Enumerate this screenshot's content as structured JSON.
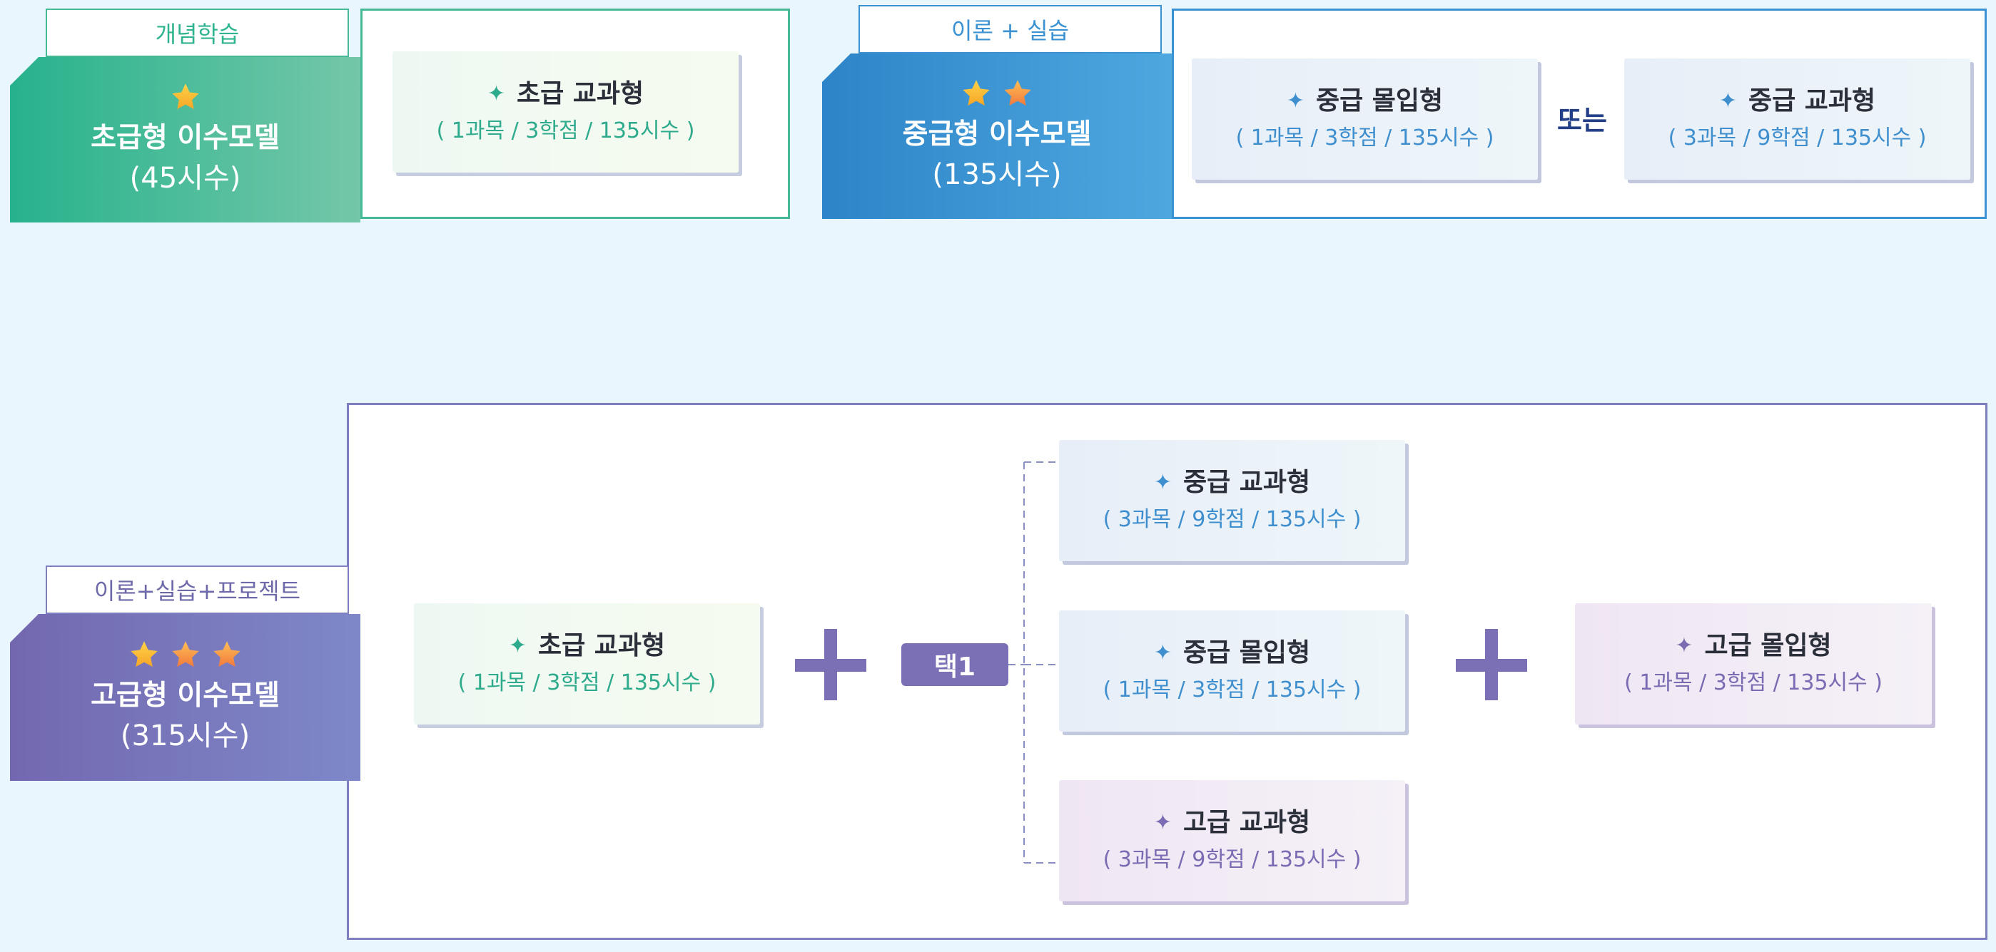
{
  "beginner": {
    "tag": "개념학습",
    "name": "초급형 이수모델",
    "hours": "(45시수)",
    "stars": 1,
    "course": {
      "title": "초급 교과형",
      "detail": "( 1과목 / 3학점 / 135시수 )"
    }
  },
  "intermediate": {
    "tag": "이론 + 실습",
    "name": "중급형 이수모델",
    "hours": "(135시수)",
    "stars": 2,
    "or_label": "또는",
    "course_a": {
      "title": "중급 몰입형",
      "detail": "( 1과목 / 3학점 / 135시수 )"
    },
    "course_b": {
      "title": "중급 교과형",
      "detail": "( 3과목 / 9학점 / 135시수 )"
    }
  },
  "advanced": {
    "tag": "이론+실습+프로젝트",
    "name": "고급형 이수모델",
    "hours": "(315시수)",
    "stars": 3,
    "base": {
      "title": "초급 교과형",
      "detail": "( 1과목 / 3학점 / 135시수 )"
    },
    "choice_label": "택1",
    "choices": [
      {
        "title": "중급 교과형",
        "detail": "( 3과목 / 9학점 / 135시수 )"
      },
      {
        "title": "중급 몰입형",
        "detail": "( 1과목 / 3학점 / 135시수 )"
      },
      {
        "title": "고급 교과형",
        "detail": "( 3과목 / 9학점 / 135시수 )"
      }
    ],
    "final": {
      "title": "고급 몰입형",
      "detail": "( 1과목 / 3학점 / 135시수 )"
    }
  },
  "colors": {
    "green": "#2fb48f",
    "blue": "#3a92d3",
    "purple": "#7b6fb6",
    "or_text": "#233f87"
  },
  "icons": [
    "star-icon",
    "sparkle-icon",
    "plus-icon"
  ]
}
